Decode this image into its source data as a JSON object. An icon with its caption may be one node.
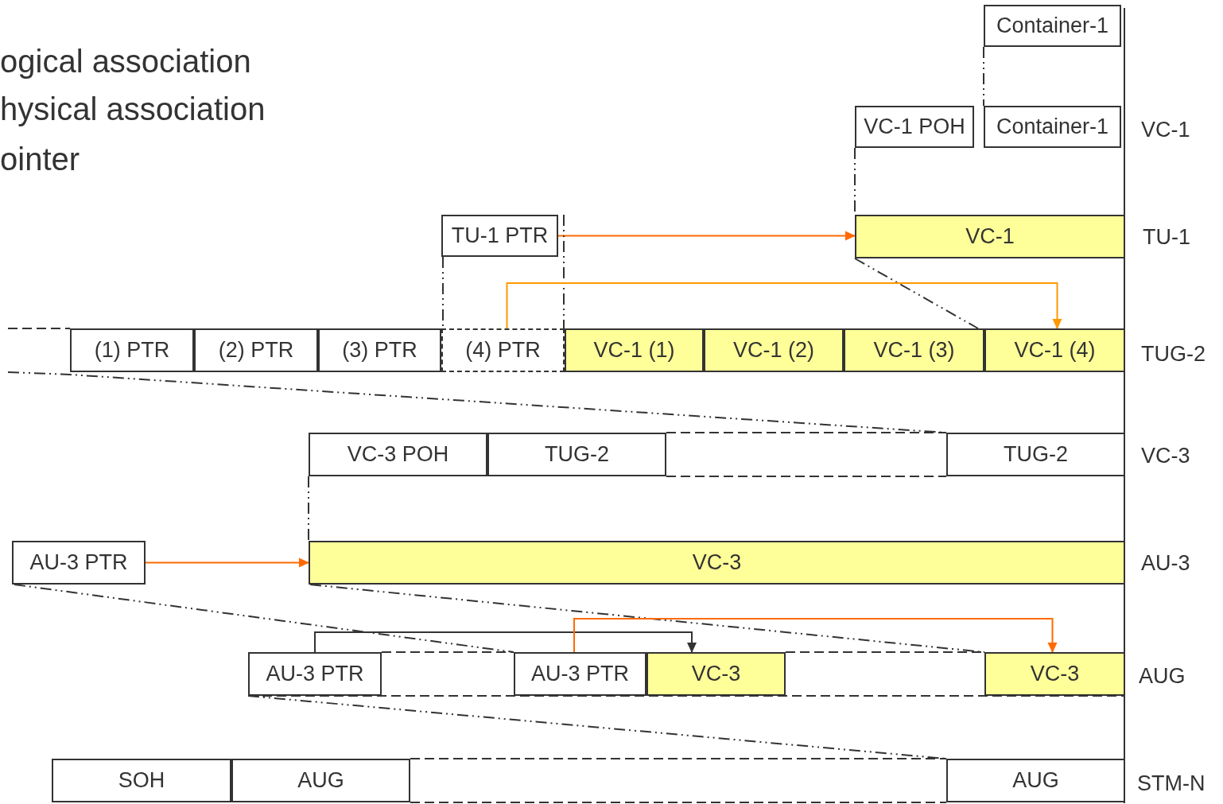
{
  "diagram": {
    "nodes": [
      {
        "text": [
          "Container-1"
        ]
      },
      {
        "text": [
          "VC-1 POH"
        ]
      },
      {
        "text": [
          "Container-1"
        ]
      },
      {
        "text": [
          "TU-1 PTR"
        ]
      },
      {
        "text": [
          "VC-1"
        ]
      },
      {
        "text": [
          "(1) PTR"
        ]
      },
      {
        "text": [
          "(2) PTR"
        ]
      },
      {
        "text": [
          "(3) PTR"
        ]
      },
      {
        "text": [
          "(4) PTR"
        ]
      },
      {
        "text": [
          "VC-1 (1)"
        ]
      },
      {
        "text": [
          "VC-1 (2)"
        ]
      },
      {
        "text": [
          "VC-1 (3)"
        ]
      },
      {
        "text": [
          "VC-1 (4)"
        ]
      },
      {
        "text": [
          "VC-3 POH"
        ]
      },
      {
        "text": [
          "TUG-2"
        ]
      },
      {
        "text": [
          "TUG-2"
        ]
      },
      {
        "text": [
          "AU-3 PTR"
        ]
      },
      {
        "text": [
          "VC-3"
        ]
      },
      {
        "text": [
          "AU-3 PTR"
        ]
      },
      {
        "text": [
          "AU-3 PTR"
        ]
      },
      {
        "text": [
          "VC-3"
        ]
      },
      {
        "text": [
          "VC-3"
        ]
      },
      {
        "text": [
          "SOH"
        ]
      },
      {
        "text": [
          "AUG"
        ]
      },
      {
        "text": [
          "AUG"
        ]
      }
    ],
    "edges": [
      {
        "from": 0,
        "to": 2,
        "arrow": "none",
        "style": "dashed"
      },
      {
        "from": 1,
        "to": 4,
        "arrow": "none",
        "style": "dashed"
      },
      {
        "from": 3,
        "to": 4,
        "arrow": "to",
        "color": "#ff6a00"
      },
      {
        "from": 3,
        "to": 8,
        "arrow": "none",
        "style": "dashed"
      },
      {
        "from": 4,
        "to": 12,
        "arrow": "none",
        "style": "dashed"
      },
      {
        "from": 8,
        "to": 12,
        "arrow": "to",
        "color": "#ff9900"
      },
      {
        "from": 5,
        "to": 15,
        "arrow": "none",
        "style": "dashed"
      },
      {
        "from": 13,
        "to": 17,
        "arrow": "none",
        "style": "dashed"
      },
      {
        "from": 16,
        "to": 17,
        "arrow": "to",
        "color": "#ff6a00"
      },
      {
        "from": 16,
        "to": 19,
        "arrow": "none",
        "style": "dashed"
      },
      {
        "from": 17,
        "to": 21,
        "arrow": "none",
        "style": "dashed"
      },
      {
        "from": 18,
        "to": 20,
        "arrow": "to"
      },
      {
        "from": 19,
        "to": 21,
        "arrow": "to",
        "color": "#ff6a00"
      },
      {
        "from": 18,
        "to": 24,
        "arrow": "none",
        "style": "dashed"
      }
    ],
    "labels": [
      "ogical association",
      "hysical association",
      "ointer",
      "VC-1",
      "TU-1",
      "TUG-2",
      "VC-3",
      "AU-3",
      "AUG",
      "STM-N"
    ]
  }
}
